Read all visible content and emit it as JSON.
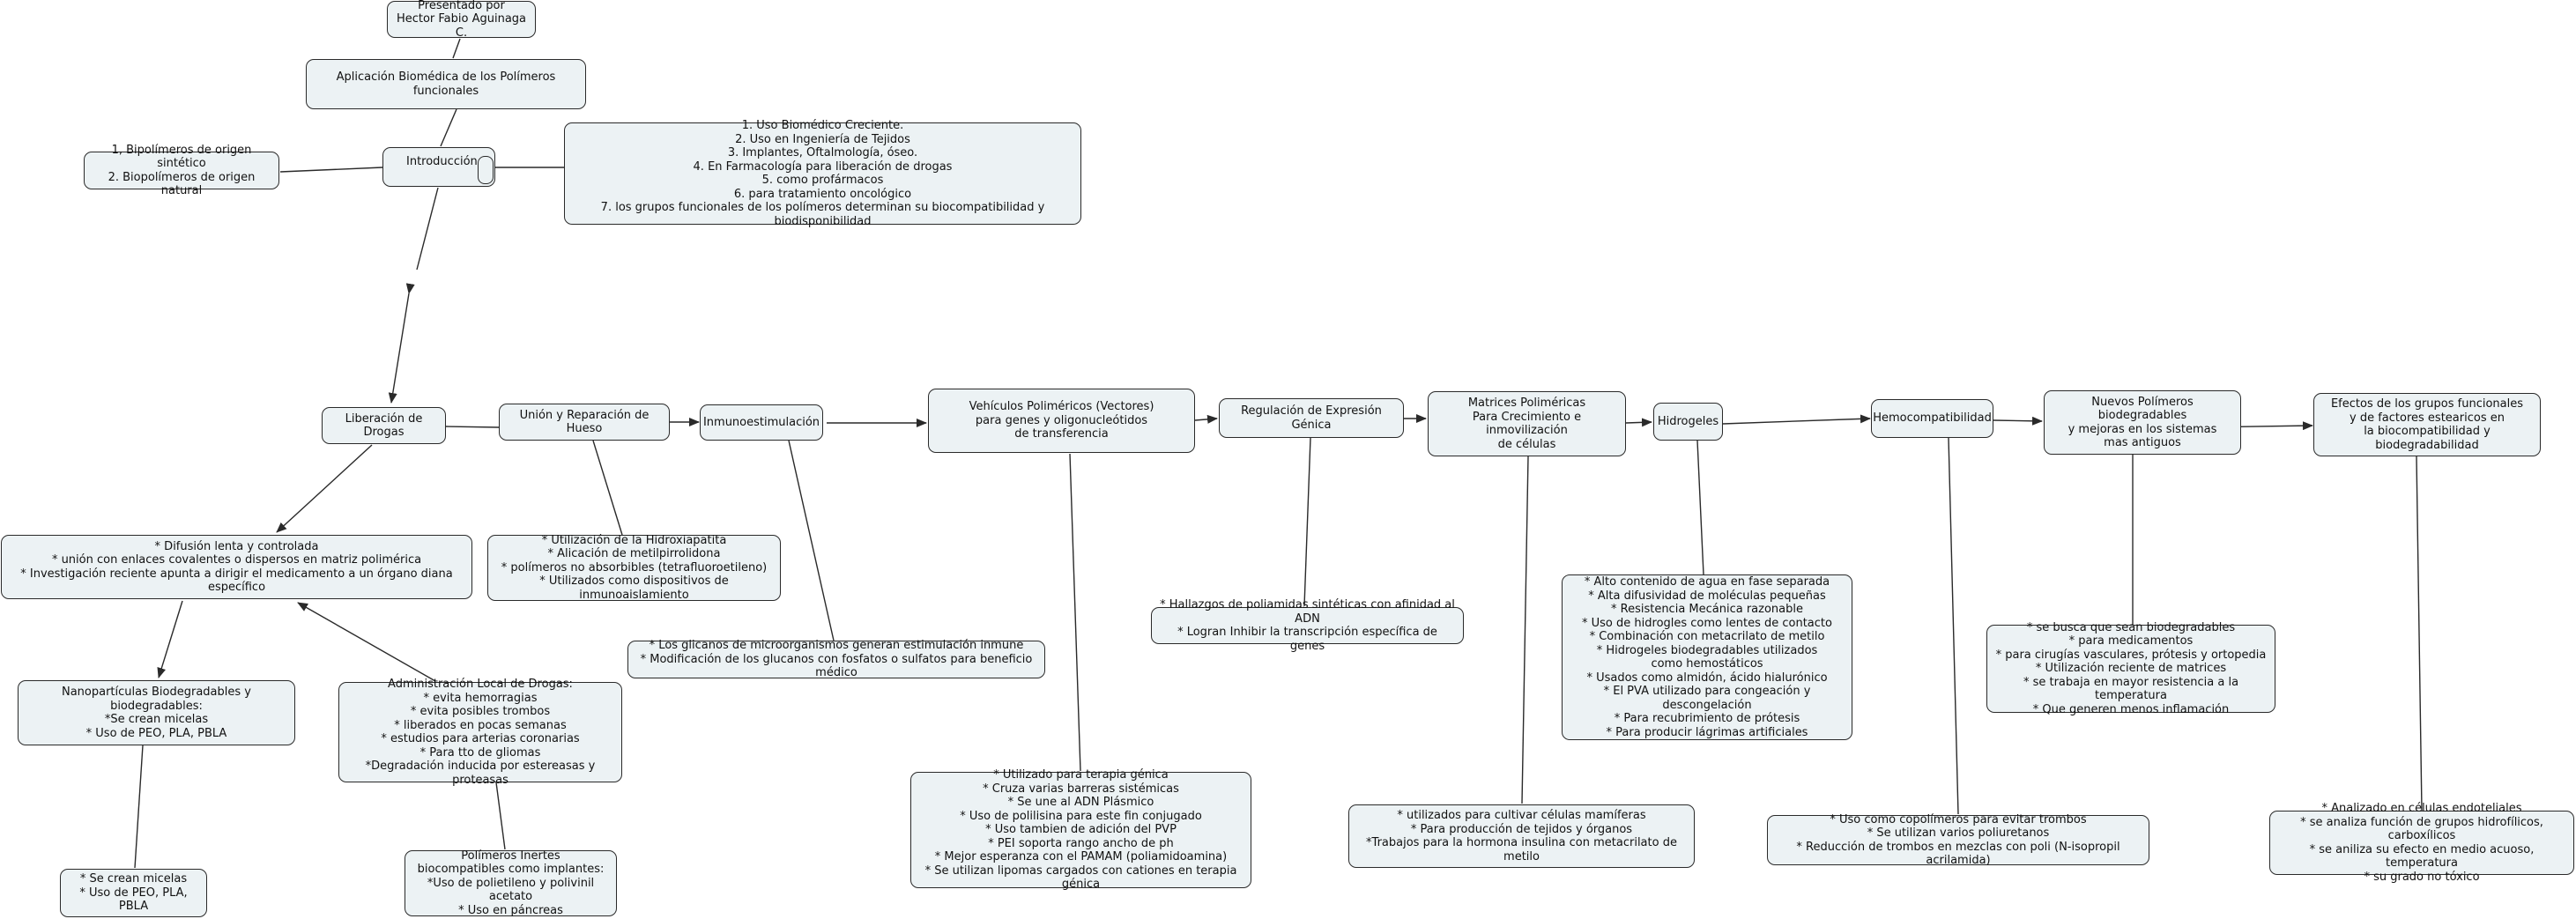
{
  "nodes": {
    "presentado": "Presentado por\nHector Fabio Aguinaga C.",
    "aplicacion": "Aplicación Biomédica de los Polímeros funcionales",
    "introduccion": "Introducción",
    "biopolimeros": "1, Bipolímeros de origen sintético\n2. Biopolímeros de origen natural",
    "usos": "1. Uso Biomédico Creciente.\n2. Uso en Ingeniería de Tejidos\n3. Implantes, Oftalmología, óseo.\n4. En Farmacología para liberación de drogas\n5. como profármacos\n6. para tratamiento oncológico\n7. los grupos funcionales de los polímeros determinan su biocompatibilidad y biodisponibilidad",
    "liberacion": "Liberación de Drogas",
    "union": "Unión y Reparación de Hueso",
    "inmuno": "Inmunoestimulación",
    "vehiculos": "Vehículos Poliméricos (Vectores)\npara genes y oligonucleótidos\nde transferencia",
    "regulacion": "Regulación de Expresión Génica",
    "matrices": "Matrices Poliméricas\nPara Crecimiento e inmovilización\nde células",
    "hidrogeles": "Hidrogeles",
    "hemocomp": "Hemocompatibilidad",
    "nuevos": "Nuevos Polímeros biodegradables\ny mejoras en los sistemas\nmas antiguos",
    "efectos": "Efectos de los grupos funcionales\ny de factores estearicos en\nla biocompatibilidad y biodegradabilidad",
    "difusion": "* Difusión lenta y controlada\n* unión con enlaces covalentes o dispersos en matriz polimérica\n* Investigación reciente apunta a dirigir el medicamento a un órgano diana específico",
    "hidroxiapatita": "* Utilización de la Hidroxiapatita\n* Alicación de metilpirrolidona\n* polímeros no absorbibles (tetrafluoroetileno)\n* Utilizados como dispositivos de inmunoaislamiento",
    "glicanos": "* Los glicanos de microorganismos generan estimulación inmune\n* Modificación de los glucanos con fosfatos o sulfatos para beneficio médico",
    "nanoparticulas": "Nanopartículas Biodegradables y biodegradables:\n*Se crean micelas\n* Uso de PEO, PLA, PBLA",
    "administracion": "Administración Local de Drogas:\n* evita hemorragias\n* evita posibles trombos\n* liberados en pocas semanas\n* estudios para arterias coronarias\n* Para tto de gliomas\n*Degradación inducida por estereasas y proteasas",
    "micelas": "* Se crean micelas\n* Uso de PEO, PLA, PBLA",
    "inertes": "Polímeros Inertes\nbiocompatibles como implantes:\n*Uso de polietileno y polivinil acetato\n* Uso en páncreas",
    "terapia": "* Utilizado para terapia génica\n* Cruza varias barreras sistémicas\n* Se une al ADN Plásmico\n* Uso de polilisina para este fin conjugado\n* Uso tambien de adición del PVP\n* PEI soporta rango ancho de ph\n* Mejor esperanza con el PAMAM (poliamidoamina)\n* Se utilizan lipomas cargados con cationes en terapia génica",
    "hallazgos": "* Hallazgos de poliamidas sintéticas con afinidad al ADN\n* Logran Inhibir la transcripción específica de genes",
    "cultivar": "* utilizados para cultivar células mamíferas\n* Para producción de tejidos y órganos\n*Trabajos  para la hormona insulina con metacrilato de metilo",
    "agua": "* Alto contenido de agua en fase separada\n* Alta difusividad de moléculas pequeñas\n* Resistencia Mecánica razonable\n* Uso de hidrogles como lentes de contacto\n* Combinación con metacrilato de metilo\n* Hidrogeles biodegradables utilizados\ncomo hemostáticos\n* Usados como almidón, ácido hialurónico\n* El PVA utilizado para congeación y descongelación\n* Para recubrimiento de prótesis\n* Para producir lágrimas artificiales",
    "copolimeros": "* Uso  como copolímeros para evitar trombos\n* Se utilizan varios poliuretanos\n* Reducción de trombos en mezclas con poli (N-isopropil acrilamida)",
    "medicamentos": "* se busca que sean biodegradables\n* para medicamentos\n* para cirugías vasculares, prótesis y ortopedia\n* Utilización reciente de matrices\n* se trabaja en mayor resistencia a  la temperatura\n* Que generen menos inflamación",
    "endoteliales": "* Analizado en células endoteliales\n* se analiza función de grupos hidrofílicos, carboxílicos\n* se aniliza su efecto en medio acuoso, temperatura\n* su grado no tóxico"
  },
  "colors": {
    "node_fill": "#ecf2f4",
    "node_border": "#2a2a2a",
    "edge": "#2a2a2a",
    "background": "#ffffff"
  }
}
